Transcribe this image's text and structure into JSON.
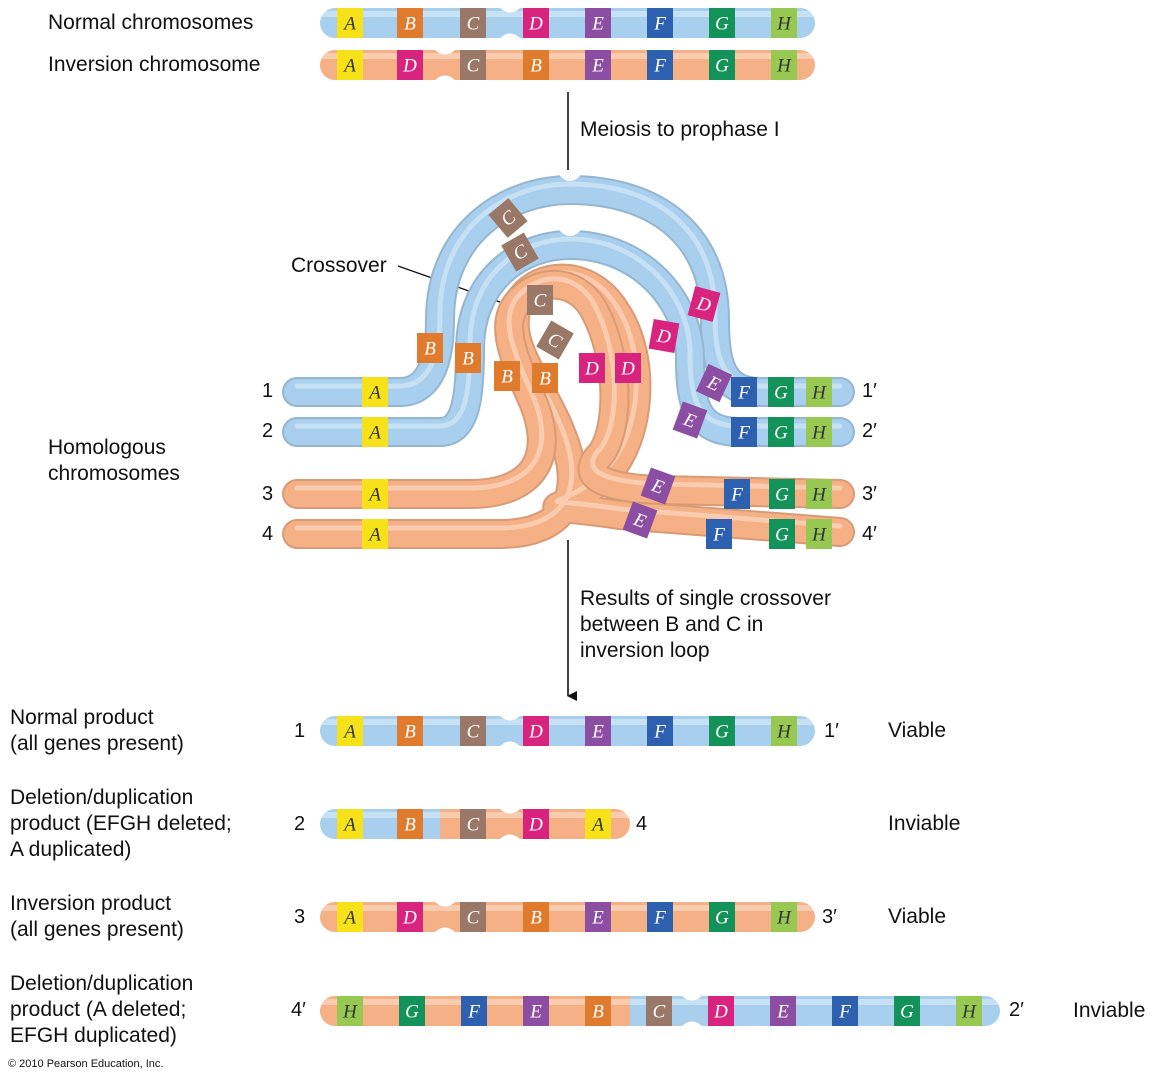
{
  "labels": {
    "normal_chromosomes": "Normal chromosomes",
    "inversion_chromosome": "Inversion chromosome",
    "meiosis": "Meiosis to prophase I",
    "crossover": "Crossover",
    "homologous_1": "Homologous",
    "homologous_2": "chromosomes",
    "results_1": "Results of single crossover",
    "results_2": "between B and C in",
    "results_3": "inversion loop",
    "copyright": "© 2010 Pearson Education, Inc."
  },
  "loop_strands": {
    "left": [
      "1",
      "2",
      "3",
      "4"
    ],
    "right": [
      "1′",
      "2′",
      "3′",
      "4′"
    ]
  },
  "products": [
    {
      "name_1": "Normal product",
      "name_2": "(all genes present)",
      "name_3": "",
      "left": "1",
      "right": "1′",
      "result": "Viable"
    },
    {
      "name_1": "Deletion/duplication",
      "name_2": "product (EFGH deleted;",
      "name_3": "A duplicated)",
      "left": "2",
      "right": "4",
      "result": "Inviable"
    },
    {
      "name_1": "Inversion product",
      "name_2": "(all genes present)",
      "name_3": "",
      "left": "3",
      "right": "3′",
      "result": "Viable"
    },
    {
      "name_1": "Deletion/duplication",
      "name_2": "product (A deleted;",
      "name_3": "EFGH duplicated)",
      "left": "4′",
      "right": "2′",
      "result": "Inviable"
    }
  ],
  "chromosomes": {
    "normal": [
      "A",
      "B",
      "C",
      "D",
      "E",
      "F",
      "G",
      "H"
    ],
    "inversion": [
      "A",
      "D",
      "C",
      "B",
      "E",
      "F",
      "G",
      "H"
    ],
    "product_1": [
      "A",
      "B",
      "C",
      "D",
      "E",
      "F",
      "G",
      "H"
    ],
    "product_2": [
      "A",
      "B",
      "C",
      "D",
      "A"
    ],
    "product_3": [
      "A",
      "D",
      "C",
      "B",
      "E",
      "F",
      "G",
      "H"
    ],
    "product_4": [
      "H",
      "G",
      "F",
      "E",
      "B",
      "C",
      "D",
      "E",
      "F",
      "G",
      "H"
    ]
  },
  "colors": {
    "normal_strand": "#a8cfee",
    "inversion_strand": "#f6b085",
    "A": "#f7e21a",
    "B": "#e07a2d",
    "C": "#9a7868",
    "D": "#d8247e",
    "E": "#8c4ea2",
    "F": "#2d61b0",
    "G": "#13935a",
    "H": "#97c851"
  }
}
